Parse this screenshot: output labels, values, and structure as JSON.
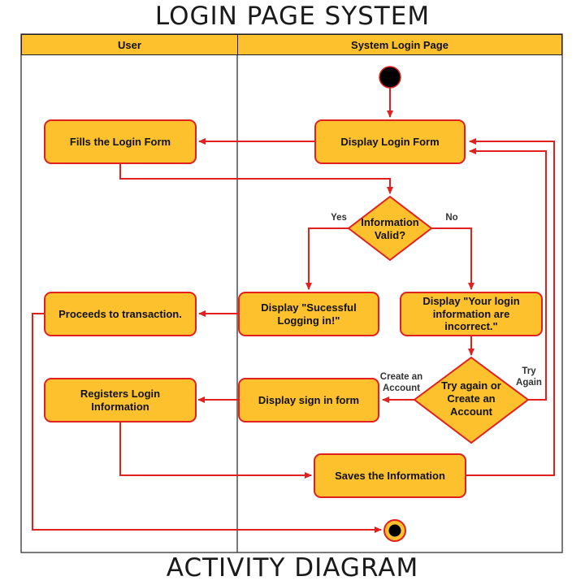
{
  "title": "LOGIN PAGE SYSTEM",
  "subtitle": "ACTIVITY DIAGRAM",
  "lanes": {
    "user": "User",
    "system": "System Login Page"
  },
  "nodes": {
    "display_login_form": "Display Login Form",
    "fills_login_form": "Fills the Login Form",
    "information_valid": "Information Valid?",
    "display_success": "Display \"Sucessful Logging in!\"",
    "display_incorrect": "Display \"Your login information are incorrect.\"",
    "proceeds_transaction": "Proceeds to transaction.",
    "try_again_or_create": "Try again or Create an Account",
    "display_sign_in_form": "Display sign in form",
    "registers_login": "Registers Login Information",
    "saves_information": "Saves the Information"
  },
  "guards": {
    "yes": "Yes",
    "no": "No",
    "create_account": "Create an Account",
    "try_again": "Try Again"
  },
  "colors": {
    "node_fill": "#FDC12E",
    "edge": "#E0211F",
    "lane_border": "#222222",
    "start": "#000000"
  }
}
